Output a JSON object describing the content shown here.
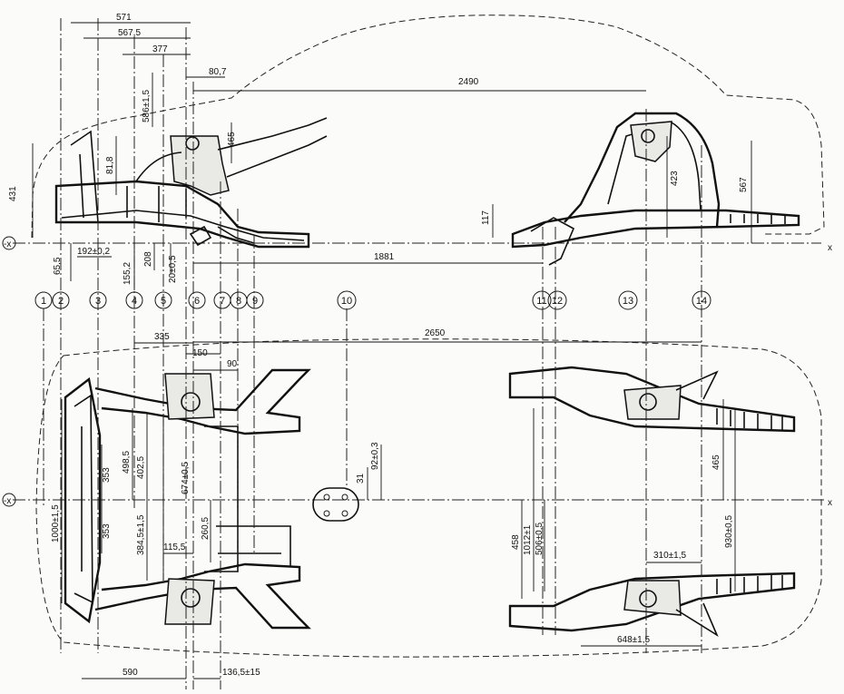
{
  "dims": {
    "top": {
      "d571": "571",
      "d567_5": "567,5",
      "d377": "377",
      "d80_7": "80,7",
      "d2490": "2490",
      "d586": "586±1,5",
      "d465": "465",
      "d81_8": "81,8",
      "d431": "431",
      "d65_5": "65,5",
      "d192": "192±0,2",
      "d155_2": "155,2",
      "d208": "208",
      "d20": "20±0,5",
      "d117": "117",
      "d1881": "1881",
      "d423": "423",
      "d567": "567"
    },
    "bottom": {
      "d335": "335",
      "d150": "150",
      "d90": "90",
      "d2650": "2650",
      "d498_5": "498,5",
      "d402_5": "402,5",
      "d674": "674±0,5",
      "d92": "92±0,3",
      "d31": "31",
      "d353a": "353",
      "d353b": "353",
      "d1000": "1000±1,5",
      "d384": "384,5±1,5",
      "d260": "260,5",
      "d115": "115,5",
      "d458": "458",
      "d1012": "1012±1",
      "d506": "506±0,5",
      "d310": "310±1,5",
      "d465r": "465",
      "d930": "930±0,5",
      "d648": "648±1,5",
      "d590": "590",
      "d136": "136,5±15"
    }
  },
  "axes": {
    "top_left": "-x",
    "top_right": "x",
    "bottom_left": "-x",
    "bottom_right": "x"
  },
  "points": [
    "1",
    "2",
    "3",
    "4",
    "5",
    "6",
    "7",
    "8",
    "9",
    "10",
    "11",
    "12",
    "13",
    "14"
  ]
}
